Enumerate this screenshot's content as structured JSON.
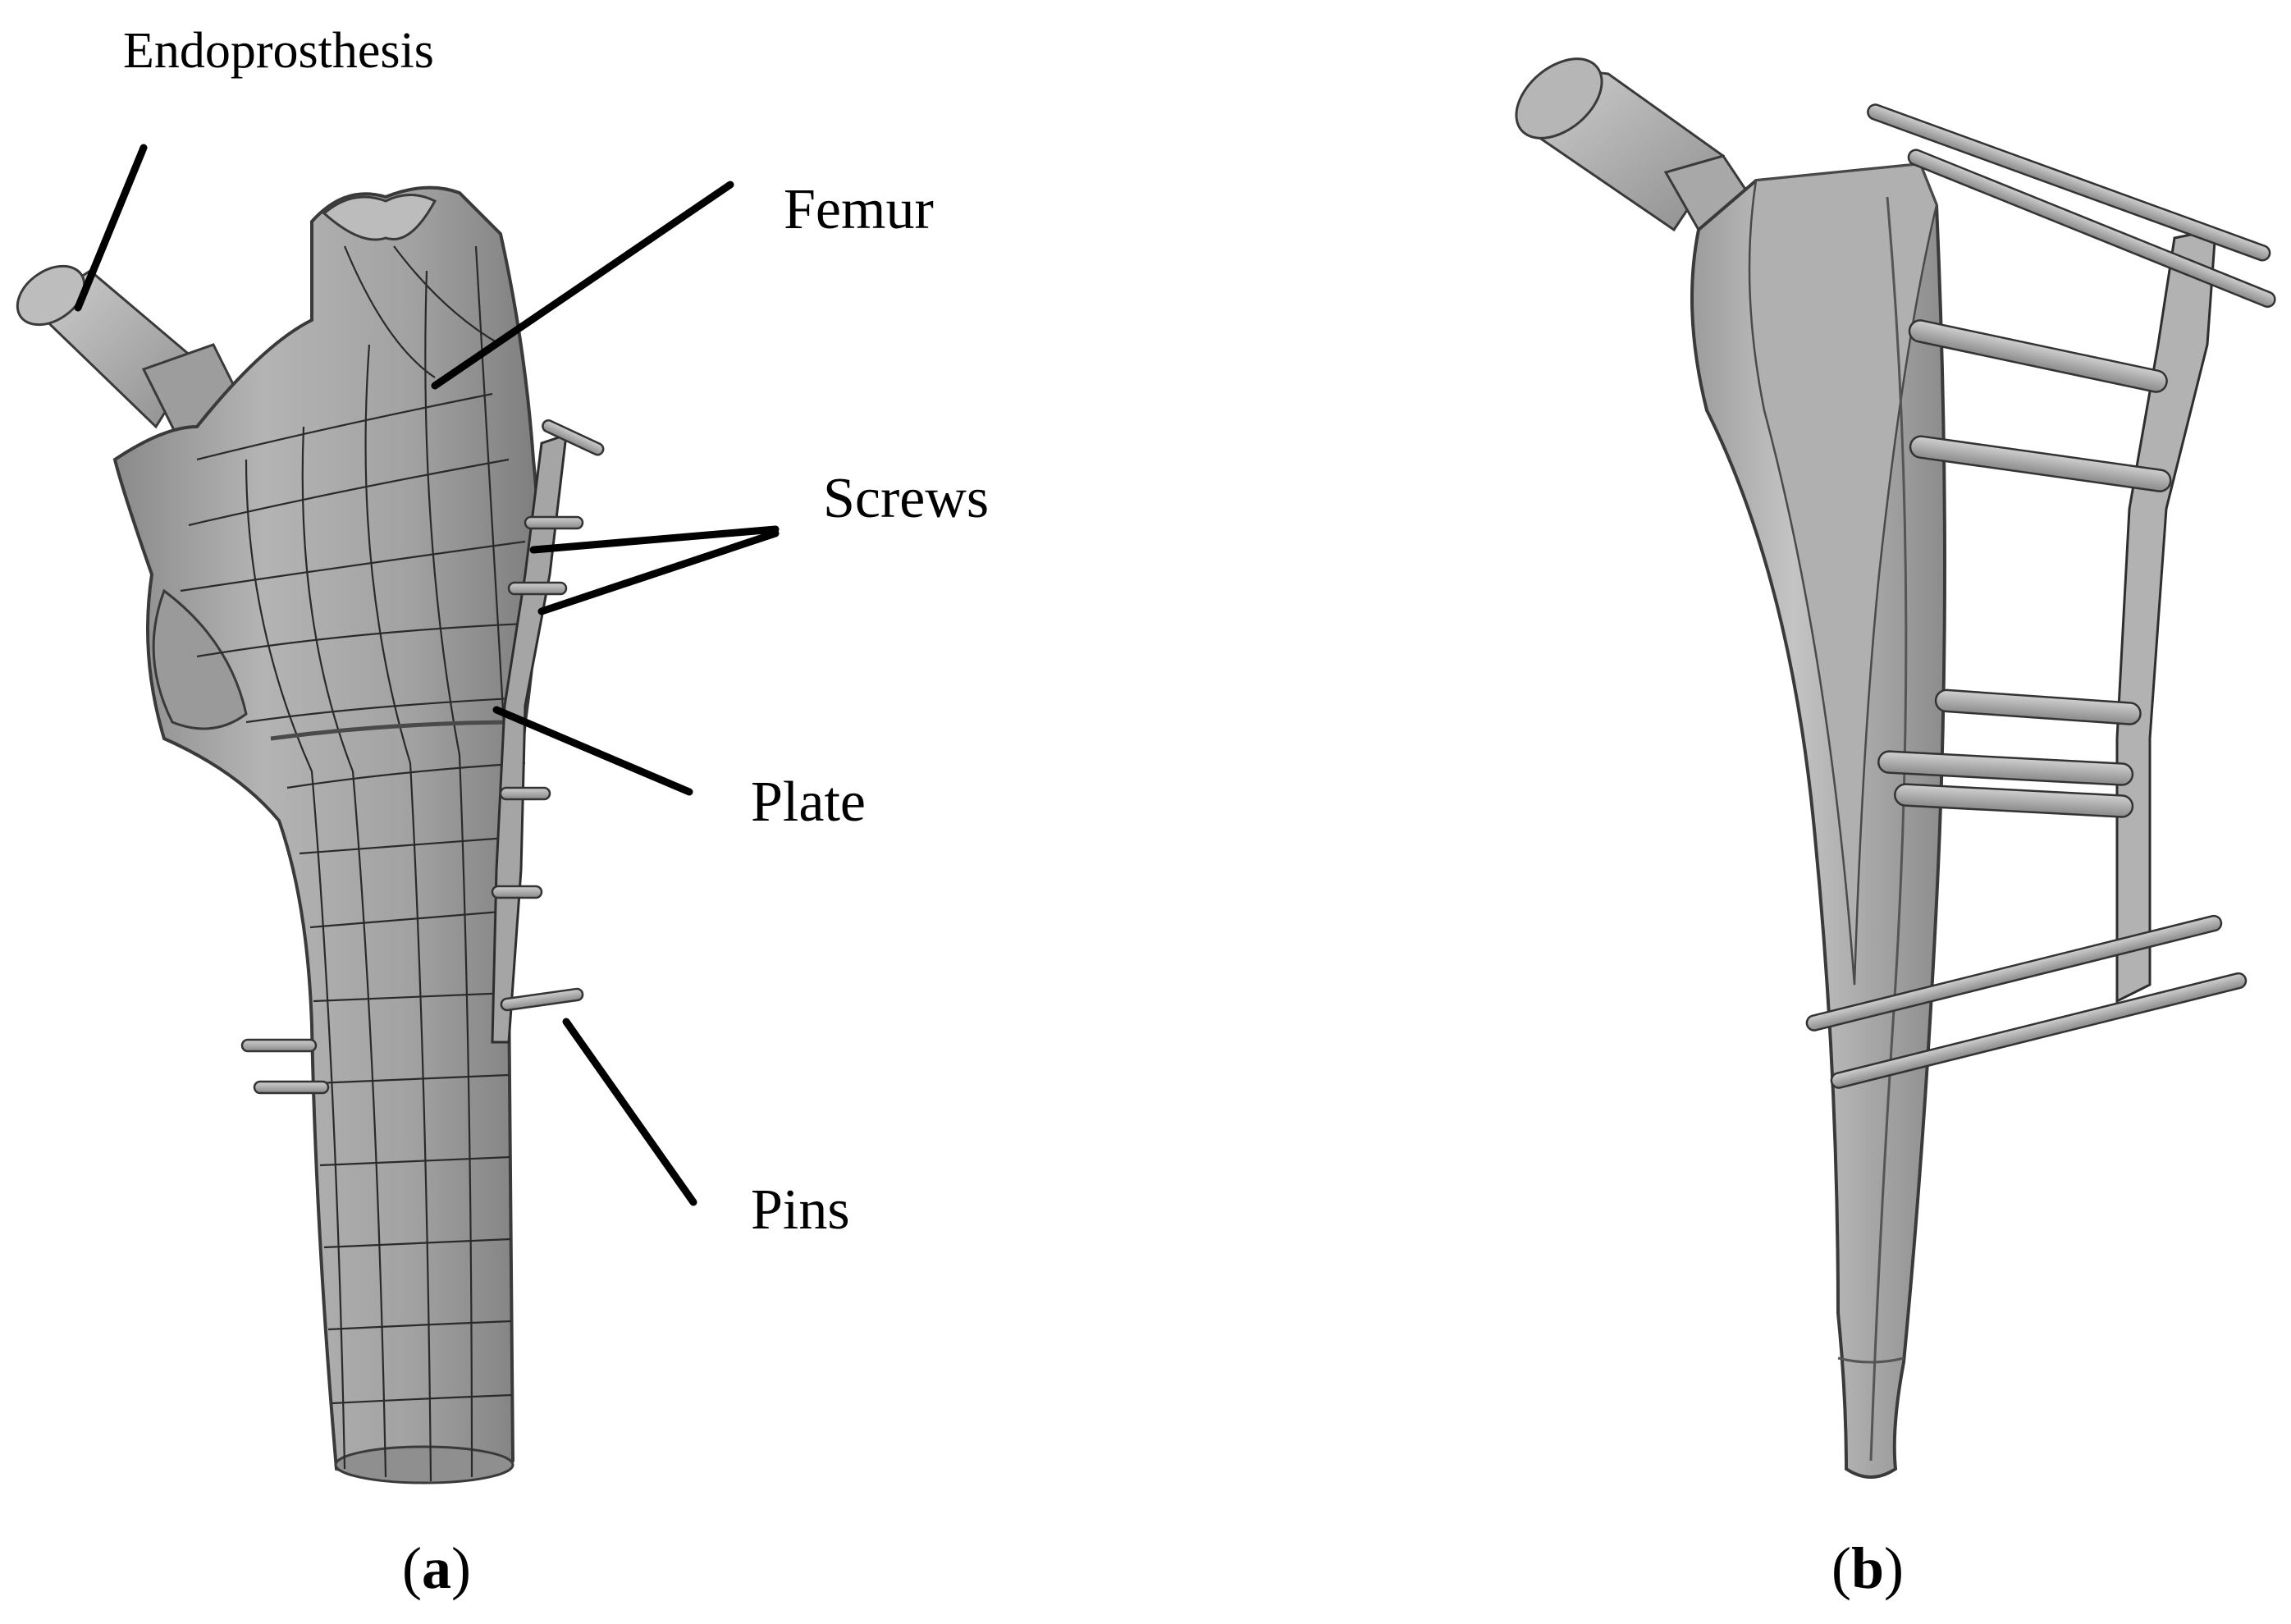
{
  "panel_a": {
    "labels": {
      "endoprosthesis": "Endoprosthesis",
      "femur": "Femur",
      "screws": "Screws",
      "plate": "Plate",
      "pins": "Pins"
    },
    "caption_letter": "a"
  },
  "panel_b": {
    "caption_letter": "b"
  },
  "colors": {
    "model_fill": "#a9a9a9",
    "model_light": "#c6c6c6",
    "model_dark": "#7d7d7d",
    "outline": "#3a3a3a",
    "leader": "#000000"
  }
}
